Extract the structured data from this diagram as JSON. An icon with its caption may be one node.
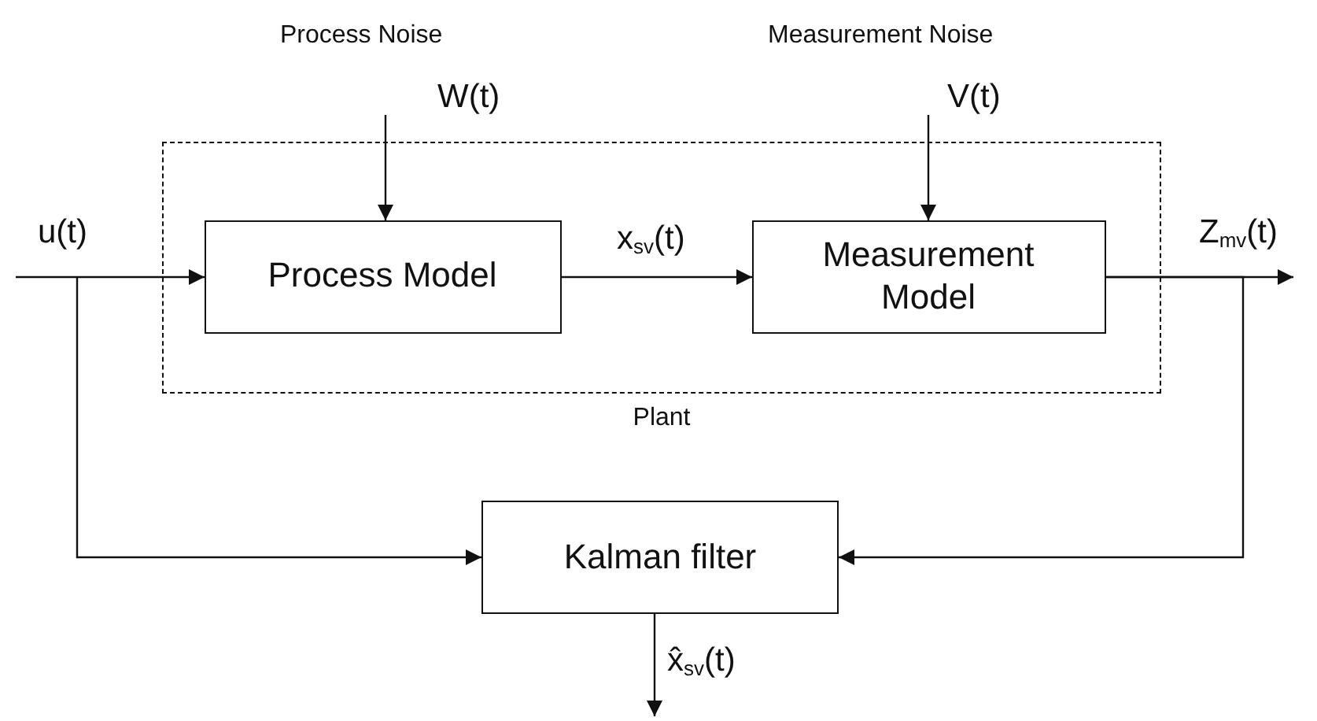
{
  "diagram": {
    "nodes": [
      {
        "text": [
          "Plant"
        ]
      },
      {
        "text": [
          "Process Model"
        ],
        "in": 0
      },
      {
        "text": [
          "Measurement Model"
        ],
        "in": 0
      },
      {
        "text": [
          "Kalman filter"
        ]
      }
    ],
    "edges": [
      {
        "from": null,
        "to": 1,
        "arrow": "to",
        "label": "u(t)"
      },
      {
        "from": null,
        "to": 3,
        "arrow": "to"
      },
      {
        "from": null,
        "to": 1,
        "arrow": "to",
        "label": "W(t)"
      },
      {
        "from": null,
        "to": 2,
        "arrow": "to",
        "label": "V(t)"
      },
      {
        "from": 1,
        "to": 2,
        "arrow": "to",
        "label": "x$_{sv}$(t)"
      },
      {
        "from": 2,
        "to": null,
        "arrow": "to",
        "label": "Z$_{mv}$(t)"
      },
      {
        "from": 2,
        "to": 3,
        "arrow": "to"
      },
      {
        "from": 3,
        "to": null,
        "arrow": "to",
        "label": "x̂$_{sv}$(t)"
      }
    ],
    "labels": [
      "Process Noise",
      "Measurement Noise"
    ]
  }
}
